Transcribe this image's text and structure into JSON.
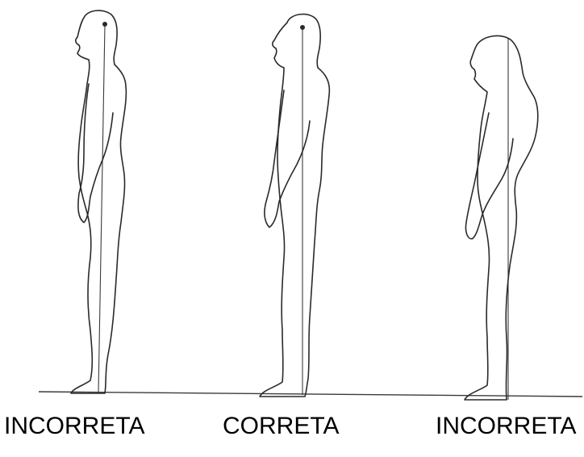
{
  "labels": {
    "left": "INCORRETA",
    "center": "CORRETA",
    "right": "INCORRETA"
  },
  "colors": {
    "line": "#2a2a2a",
    "background": "#ffffff",
    "text": "#000000"
  }
}
